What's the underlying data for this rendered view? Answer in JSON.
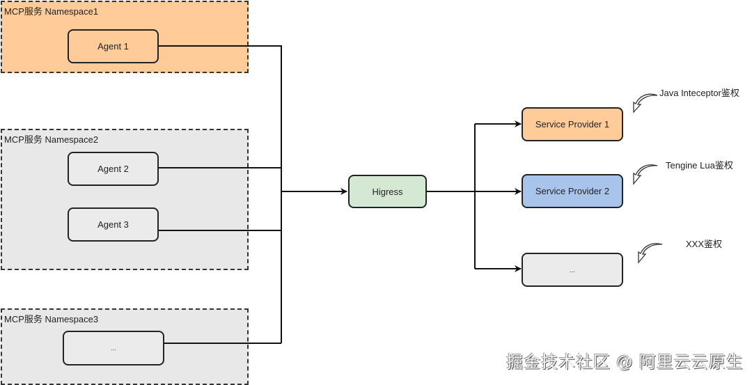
{
  "namespaces": [
    {
      "label": "MCP服务 Namespace1",
      "fill": "#ffcc99"
    },
    {
      "label": "MCP服务 Namespace2",
      "fill": "#e8e8e8"
    },
    {
      "label": "MCP服务 Namespace3",
      "fill": "#e8e8e8"
    }
  ],
  "agents": [
    {
      "label": "Agent 1",
      "fill": "#ffcc99"
    },
    {
      "label": "Agent 2",
      "fill": "#ebebeb"
    },
    {
      "label": "Agent 3",
      "fill": "#ebebeb"
    },
    {
      "label": "...",
      "fill": "#ebebeb"
    }
  ],
  "gateway": {
    "label": "Higress",
    "fill": "#d5e8d4"
  },
  "providers": [
    {
      "label": "Service Provider 1",
      "fill": "#ffcc99"
    },
    {
      "label": "Service Provider 2",
      "fill": "#a9c4eb"
    },
    {
      "label": "...",
      "fill": "#ebebeb"
    }
  ],
  "auth_callouts": [
    {
      "label": "Java Inteceptor鉴权",
      "icon": "curved-arrow-icon"
    },
    {
      "label": "Tengine Lua鉴权",
      "icon": "curved-arrow-icon"
    },
    {
      "label": "XXX鉴权",
      "icon": "curved-arrow-icon"
    }
  ],
  "watermark": "掘金技术社区 @ 阿里云云原生"
}
